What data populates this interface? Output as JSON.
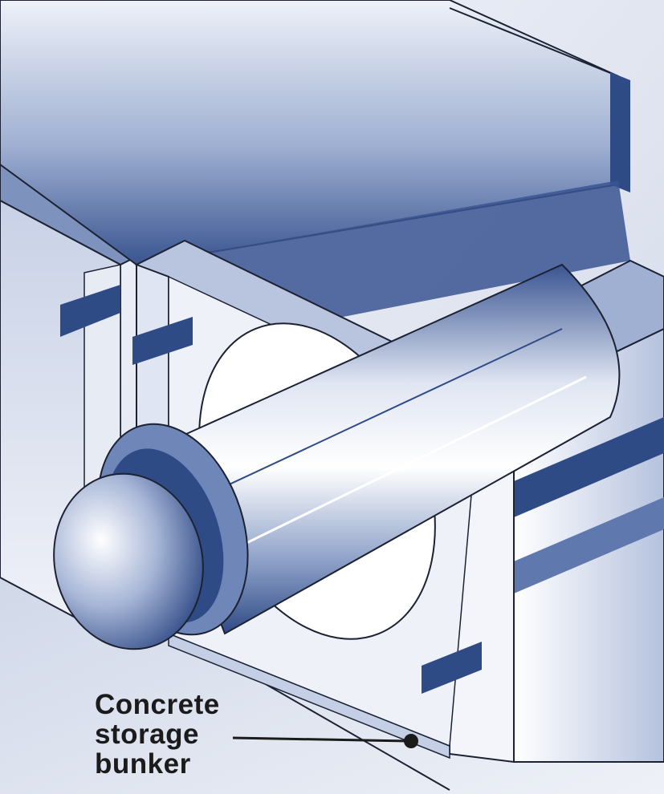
{
  "diagram": {
    "callout": {
      "lines": [
        "Concrete",
        "storage",
        "bunker"
      ]
    },
    "colors": {
      "background": "#e3e7f1",
      "deep_blue": "#2f4b86",
      "mid_blue": "#7d92bd",
      "light_surface": "#f4f6fb",
      "outline": "#1c2233"
    }
  }
}
